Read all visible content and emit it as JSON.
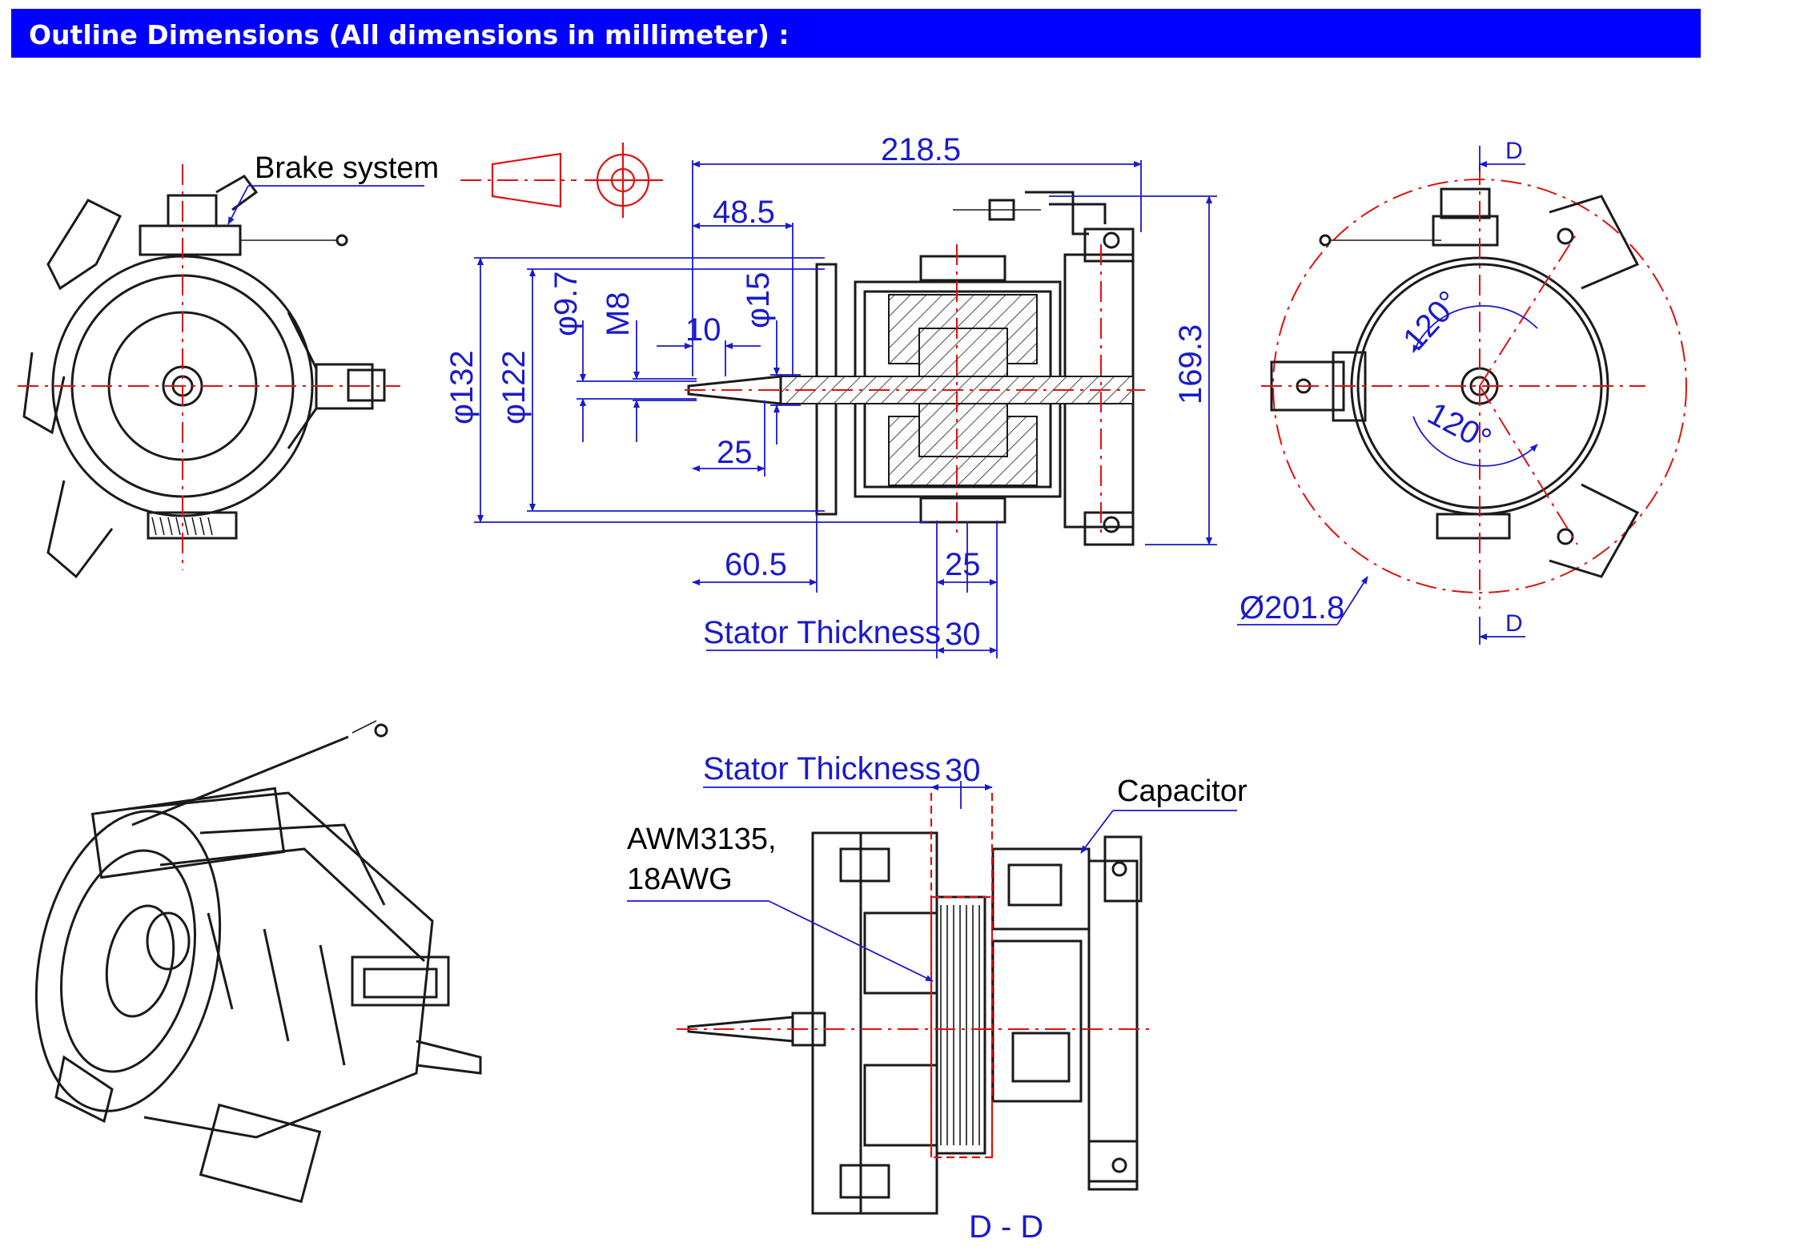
{
  "header": {
    "title": "Outline Dimensions (All dimensions in millimeter) :"
  },
  "labels": {
    "brake_system": "Brake system",
    "capacitor": "Capacitor",
    "wire_line1": "AWM3135,",
    "wire_line2": "18AWG",
    "section": "D - D",
    "stator_thickness_side": "Stator Thickness",
    "stator_thickness_section": "Stator Thickness"
  },
  "dimensions": {
    "overall_length": "218.5",
    "shaft_length": "48.5",
    "d_9_7": "φ9.7",
    "m8": "M8",
    "ten": "10",
    "d_15": "φ15",
    "d_132": "φ132",
    "d_122": "φ122",
    "twenty_five_a": "25",
    "sixty_point_five": "60.5",
    "twenty_five_b": "25",
    "thirty_side": "30",
    "height_169_3": "169.3",
    "angle_top": "120°",
    "angle_bottom": "120°",
    "diameter_201_8": "Ø201.8",
    "d_top": "D",
    "d_bottom": "D",
    "thirty_section": "30"
  },
  "colors": {
    "header_bg": "#0000ff",
    "dimension": "#1a1acc",
    "centerline": "#e01010",
    "outline": "#1a1a1a"
  }
}
